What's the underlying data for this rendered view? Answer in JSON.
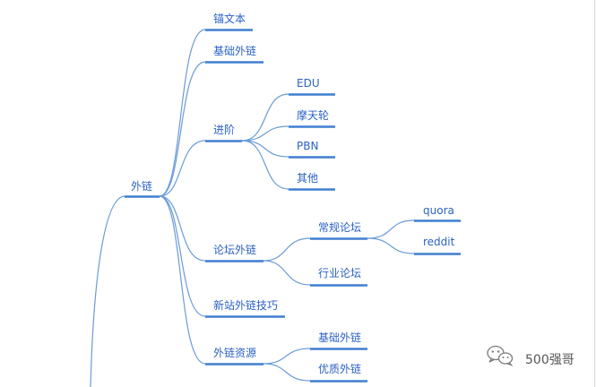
{
  "root": {
    "label": "外链",
    "children": [
      {
        "id": "anchor",
        "label": "锚文本",
        "children": []
      },
      {
        "id": "basic",
        "label": "基础外链",
        "children": []
      },
      {
        "id": "advanced",
        "label": "进阶",
        "children": [
          {
            "id": "edu",
            "label": "EDU"
          },
          {
            "id": "ferris",
            "label": "摩天轮"
          },
          {
            "id": "pbn",
            "label": "PBN"
          },
          {
            "id": "other",
            "label": "其他"
          }
        ]
      },
      {
        "id": "forum",
        "label": "论坛外链",
        "children": [
          {
            "id": "forum-regular",
            "label": "常规论坛",
            "children": [
              {
                "id": "quora",
                "label": "quora"
              },
              {
                "id": "reddit",
                "label": "reddit"
              }
            ]
          },
          {
            "id": "forum-industry",
            "label": "行业论坛"
          }
        ]
      },
      {
        "id": "newsite",
        "label": "新站外链技巧",
        "children": []
      },
      {
        "id": "resources",
        "label": "外链资源",
        "children": [
          {
            "id": "res-basic",
            "label": "基础外链"
          },
          {
            "id": "res-quality",
            "label": "优质外链"
          }
        ]
      }
    ]
  },
  "watermark": {
    "icon": "wechat-icon",
    "text": "500强哥"
  },
  "colors": {
    "edge": "#6a9bd8",
    "underline": "#3f7fd0",
    "label": "#2a62c4",
    "background": "#ffffff"
  }
}
